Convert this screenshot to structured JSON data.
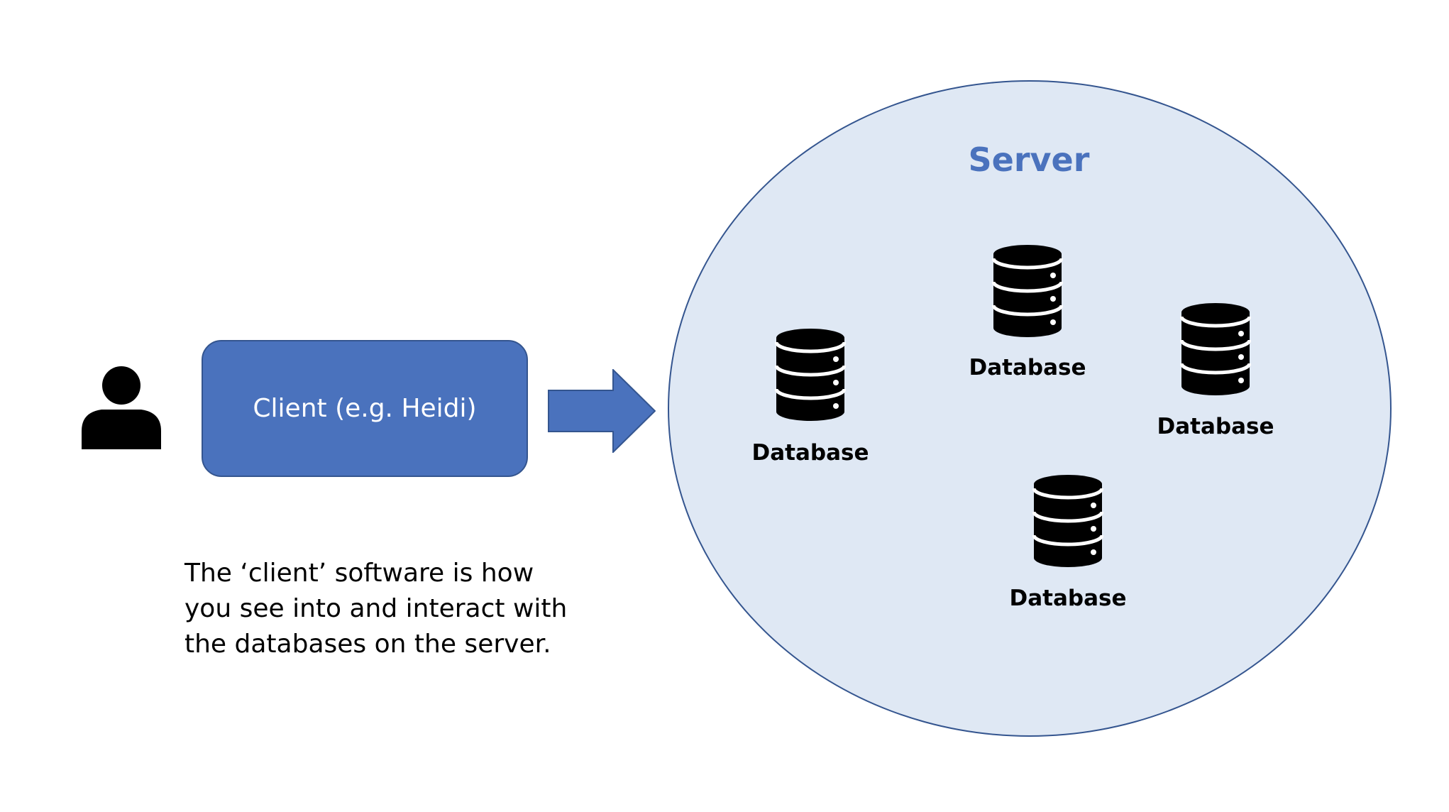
{
  "client": {
    "label": "Client (e.g. Heidi)"
  },
  "description": {
    "lines": [
      "The ‘client’ software is how",
      "you see into and interact with",
      "the databases on the server."
    ]
  },
  "server": {
    "title": "Server",
    "fill_color": "#dfe8f4",
    "title_color": "#4a72bd"
  },
  "databases": [
    {
      "label": "Database"
    },
    {
      "label": "Database"
    },
    {
      "label": "Database"
    },
    {
      "label": "Database"
    }
  ],
  "icons": {
    "user": "person-icon",
    "arrow": "right-arrow-icon",
    "database": "database-icon"
  }
}
